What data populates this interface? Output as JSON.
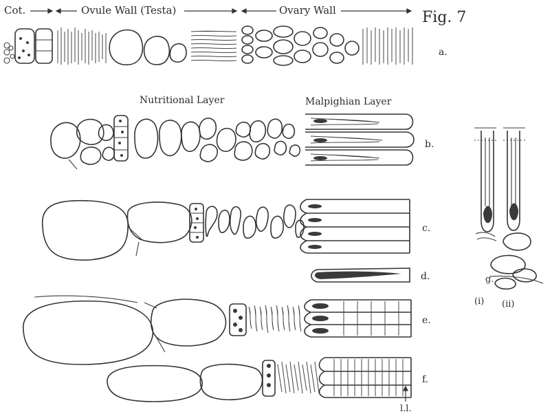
{
  "figure": {
    "fig_label": "Fig. 7",
    "top_labels": {
      "cot": "Cot.",
      "ovule_wall": "Ovule Wall (Testa)",
      "ovary_wall": "Ovary Wall"
    },
    "layer_labels": {
      "nutritional": "Nutritional Layer",
      "malpighian": "Malpighian Layer"
    },
    "row_letters": [
      "a.",
      "b.",
      "c.",
      "d.",
      "e.",
      "f."
    ],
    "side_labels": {
      "g": "g.",
      "i": "(i)",
      "ii": "(ii)",
      "ll": "l.l."
    }
  }
}
